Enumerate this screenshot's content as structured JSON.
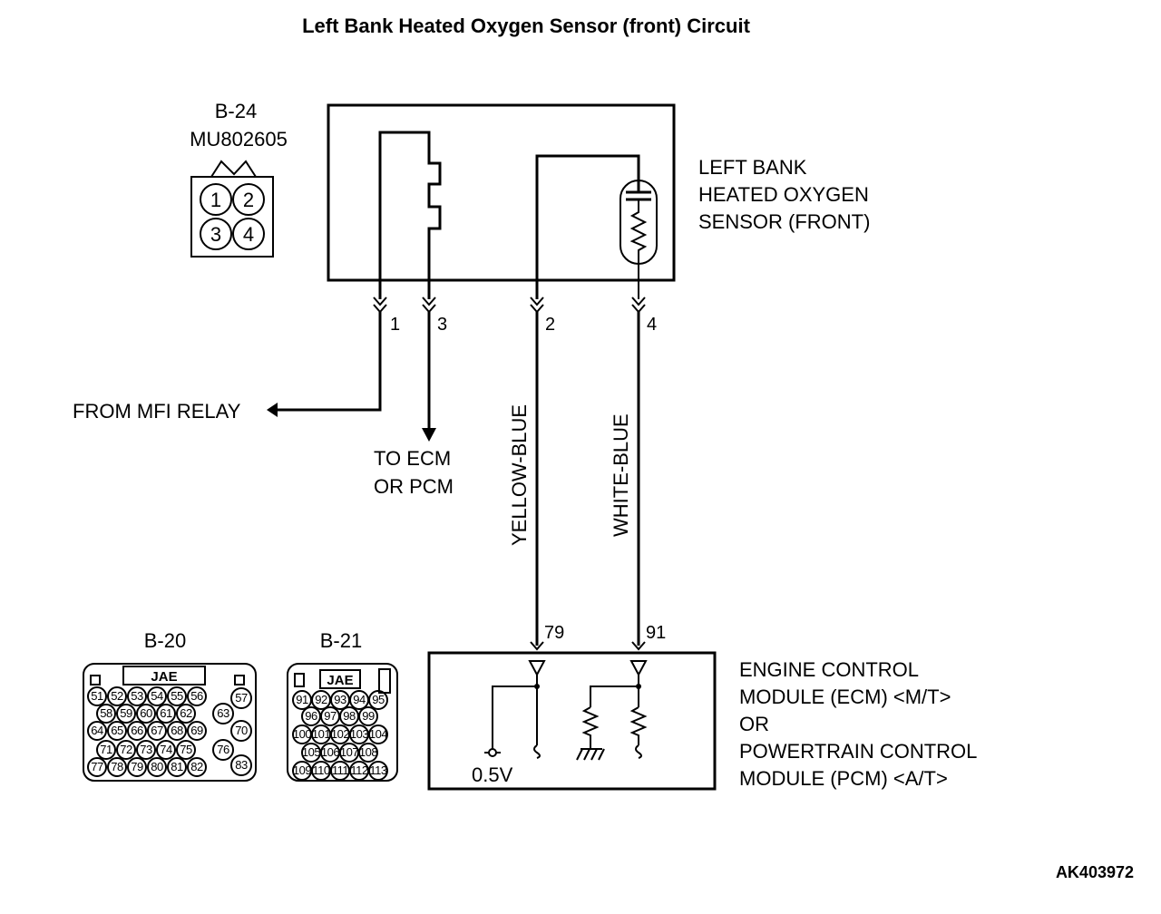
{
  "title": "Left Bank Heated Oxygen Sensor (front) Circuit",
  "sensor_connector": {
    "id": "B-24",
    "part_number": "MU802605",
    "pins": [
      "1",
      "2",
      "3",
      "4"
    ]
  },
  "sensor": {
    "name_lines": [
      "LEFT BANK",
      "HEATED OXYGEN",
      "SENSOR (FRONT)"
    ],
    "terminals": [
      "1",
      "3",
      "2",
      "4"
    ]
  },
  "from_mfi_relay": "FROM MFI RELAY",
  "to_ecm_lines": [
    "TO ECM",
    "OR PCM"
  ],
  "wire_colors": [
    "YELLOW-BLUE",
    "WHITE-BLUE"
  ],
  "ecm_terminals": [
    "79",
    "91"
  ],
  "voltage_label": "0.5V",
  "ecm": {
    "name_lines": [
      "ENGINE CONTROL",
      "MODULE (ECM) <M/T>",
      "OR",
      "POWERTRAIN CONTROL",
      "MODULE (PCM) <A/T>"
    ]
  },
  "connector_b20": {
    "id": "B-20",
    "brand": "JAE",
    "rows": [
      [
        "51",
        "52",
        "53",
        "54",
        "55",
        "56"
      ],
      [
        "58",
        "59",
        "60",
        "61",
        "62"
      ],
      [
        "64",
        "65",
        "66",
        "67",
        "68",
        "69"
      ],
      [
        "71",
        "72",
        "73",
        "74",
        "75"
      ],
      [
        "77",
        "78",
        "79",
        "80",
        "81",
        "82"
      ]
    ],
    "side_pins": [
      "57",
      "63",
      "70",
      "76",
      "83"
    ]
  },
  "connector_b21": {
    "id": "B-21",
    "brand": "JAE",
    "rows": [
      [
        "91",
        "92",
        "93",
        "94",
        "95"
      ],
      [
        "96",
        "97",
        "98",
        "99"
      ],
      [
        "100",
        "101",
        "102",
        "103",
        "104"
      ],
      [
        "105",
        "106",
        "107",
        "108"
      ],
      [
        "109",
        "110",
        "111",
        "112",
        "113"
      ]
    ]
  },
  "reference_code": "AK403972"
}
